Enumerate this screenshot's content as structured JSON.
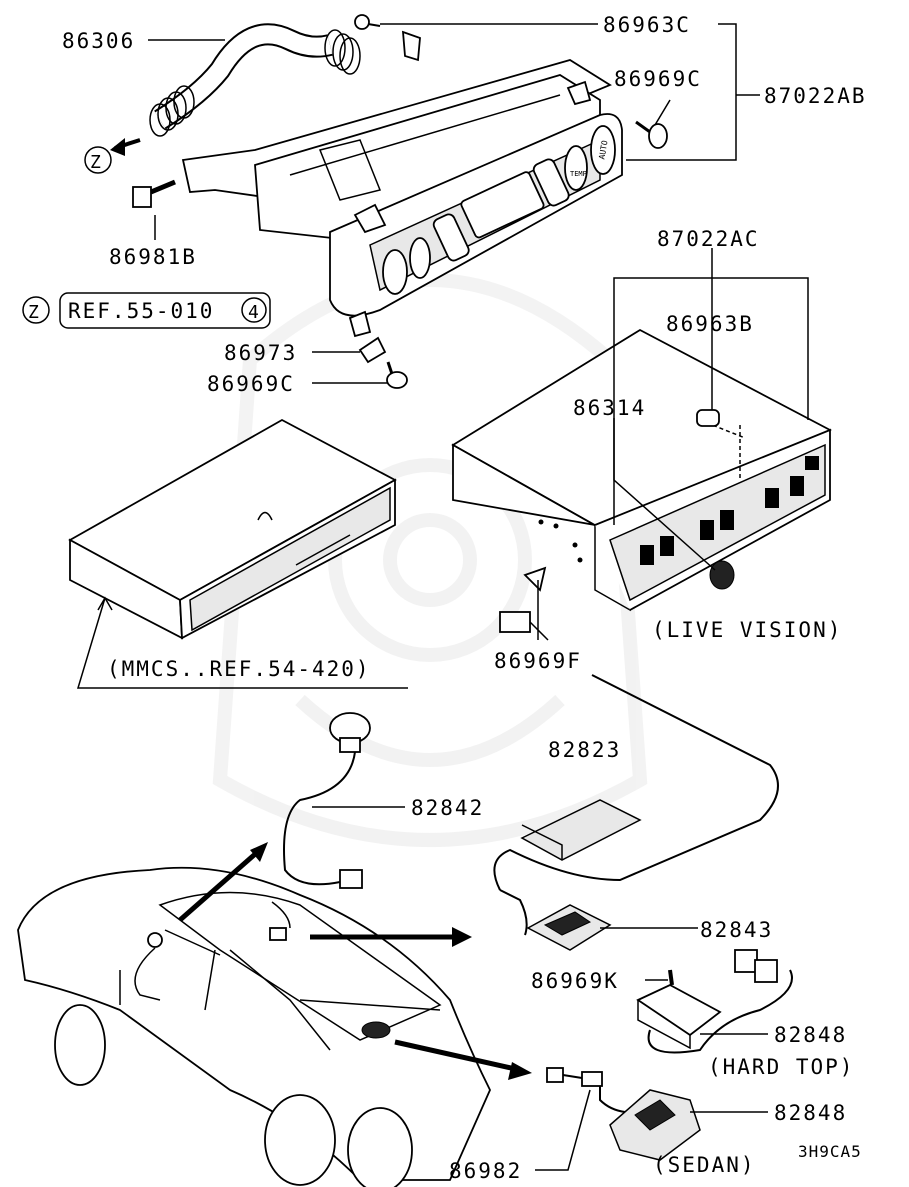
{
  "diagram": {
    "code": "3H9CA5",
    "labels": {
      "p86306": "86306",
      "p86963C": "86963C",
      "p86969C_top": "86969C",
      "p87022AB": "87022AB",
      "p86981B": "86981B",
      "p87022AC": "87022AC",
      "p86963B": "86963B",
      "p86314": "86314",
      "p86973": "86973",
      "p86969C_bottom": "86969C",
      "p86969F": "86969F",
      "p82823": "82823",
      "p82842": "82842",
      "p82843": "82843",
      "p86969K": "86969K",
      "p82848_hard": "82848",
      "p82848_sedan": "82848",
      "p86982": "86982"
    },
    "notes": {
      "z_marker_top": "Z",
      "z_marker_ref": "Z",
      "ref_text": "REF.55-010",
      "ref_circled_num": "4",
      "live_vision": "(LIVE VISION)",
      "mmcs_ref": "(MMCS..REF.54-420)",
      "hard_top": "(HARD TOP)",
      "sedan": "(SEDAN)"
    },
    "panel_text": {
      "auto": "AUTO",
      "temp": "TEMP"
    }
  }
}
